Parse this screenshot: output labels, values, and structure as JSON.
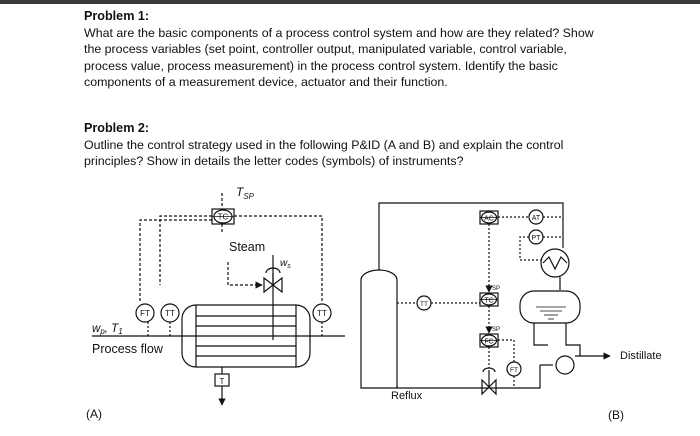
{
  "problem1": {
    "heading": "Problem 1:",
    "lines": [
      "What are the basic components of a process control system and how are they related? Show",
      "the process variables (set point, controller output, manipulated variable, control variable,",
      "process value, process measurement) in the process control system. Identify the basic",
      "components of a measurement device, actuator and their function."
    ]
  },
  "problem2": {
    "heading": "Problem 2:",
    "lines": [
      "Outline the control strategy used in the following P&ID (A and B) and explain the control",
      "principles? Show in details the letter codes (symbols) of instruments?"
    ]
  },
  "diagram_a": {
    "label": "(A)",
    "setpoint": "T",
    "setpoint_sub": "SP",
    "steam": "Steam",
    "steam_flow": "w",
    "steam_flow_sub": "s",
    "process_flow": "Process flow",
    "inlet_vars": "w",
    "inlet_vars_sub1": "p",
    "inlet_vars_mid": ", T",
    "inlet_vars_sub2": "1",
    "tags": {
      "tc": "TC",
      "ft": "FT",
      "tt_in": "TT",
      "tt_out": "TT",
      "t_bottom": "T"
    }
  },
  "diagram_b": {
    "label": "(B)",
    "reflux": "Reflux",
    "distillate": "Distillate",
    "tags": {
      "tt": "TT",
      "ac": "AC",
      "at": "AT",
      "pt": "PT",
      "tc": "TC",
      "fc": "FC",
      "ft": "FT",
      "sp1": "SP",
      "sp2": "SP"
    }
  }
}
